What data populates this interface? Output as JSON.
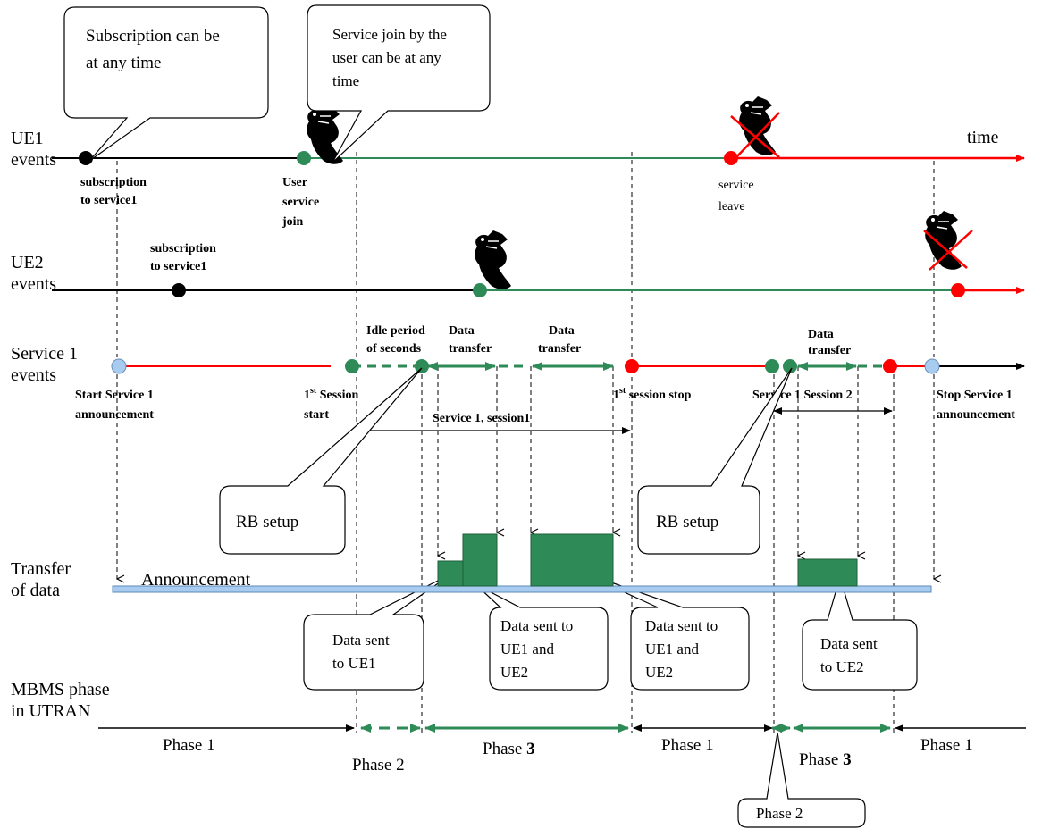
{
  "rows": {
    "ue1": [
      "UE1",
      "events"
    ],
    "ue2": [
      "UE2",
      "events"
    ],
    "service": [
      "Service 1",
      "events"
    ],
    "transfer": [
      "Transfer",
      "of data"
    ],
    "mbms": [
      "MBMS phase",
      "in UTRAN"
    ]
  },
  "time_label": "time",
  "bubbles": {
    "subscription": [
      "Subscription can be",
      "at any time"
    ],
    "join": [
      "Service join by the",
      "user can be at any",
      "time"
    ],
    "rb1": "RB setup",
    "rb2": "RB setup",
    "sent_ue1": [
      "Data sent",
      "to UE1"
    ],
    "sent_both1": [
      "Data sent to",
      "UE1 and",
      "UE2"
    ],
    "sent_both2": [
      "Data sent to",
      "UE1 and",
      "UE2"
    ],
    "sent_ue2": [
      "Data sent",
      "to UE2"
    ],
    "phase2_bottom": "Phase 2"
  },
  "ue1_labels": {
    "subscription": [
      "subscription",
      "to service1"
    ],
    "join": [
      "User",
      "service",
      "join"
    ],
    "leave": [
      "service",
      "leave"
    ]
  },
  "ue2_labels": {
    "subscription": [
      "subscription",
      "to service1"
    ]
  },
  "service_labels": {
    "start": [
      "Start Service 1",
      "announcement"
    ],
    "session_start": [
      "1",
      "st",
      " Session",
      "start"
    ],
    "idle": [
      "Idle period",
      "of seconds"
    ],
    "transfer1": [
      "Data",
      "transfer"
    ],
    "transfer2": [
      "Data",
      "transfer"
    ],
    "session_stop": [
      "1",
      "st",
      " session stop"
    ],
    "transfer3": [
      "Data",
      "transfer"
    ],
    "stop": [
      "Stop Service 1",
      "announcement"
    ],
    "session1": "Service 1, session1",
    "session2": "Service 1 Session 2"
  },
  "announcement": "Announcement",
  "phases": {
    "p1a": "Phase 1",
    "p2": "Phase 2",
    "p3a_prefix": "Phase ",
    "p3a_num": "3",
    "p1b": "Phase 1",
    "p3b_prefix": "Phase ",
    "p3b_num": "3",
    "p1c": "Phase 1"
  },
  "colors": {
    "green": "#2e8b57",
    "red": "#ff0000",
    "blue_dot": "#a8ccf0",
    "announcement_bar": "#a8ccf0",
    "block": "#2e8b57"
  }
}
